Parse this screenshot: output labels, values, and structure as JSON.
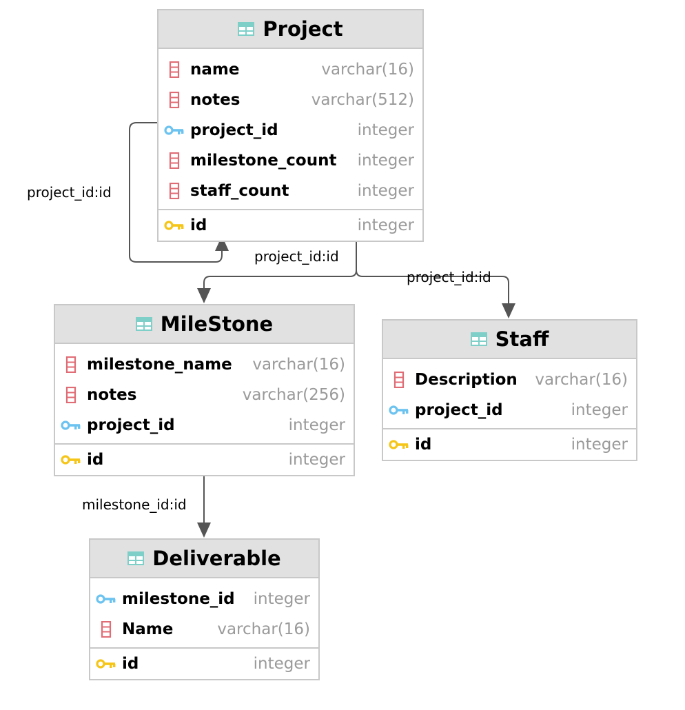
{
  "colors": {
    "header_bg": "#e1e1e1",
    "border": "#c8c8c8",
    "column_icon": "#e06c75",
    "foreign_key_icon": "#6cc3f0",
    "primary_key_icon": "#f5c518",
    "table_icon": "#7fcfc9",
    "type_text": "#9a9a9a",
    "connector": "#555555"
  },
  "tables": {
    "project": {
      "title": "Project",
      "columns": [
        {
          "name": "name",
          "type": "varchar(16)",
          "icon": "column-icon"
        },
        {
          "name": "notes",
          "type": "varchar(512)",
          "icon": "column-icon"
        },
        {
          "name": "project_id",
          "type": "integer",
          "icon": "foreign-key-icon"
        },
        {
          "name": "milestone_count",
          "type": "integer",
          "icon": "column-icon"
        },
        {
          "name": "staff_count",
          "type": "integer",
          "icon": "column-icon"
        }
      ],
      "primary_key": {
        "name": "id",
        "type": "integer",
        "icon": "primary-key-icon"
      }
    },
    "milestone": {
      "title": "MileStone",
      "columns": [
        {
          "name": "milestone_name",
          "type": "varchar(16)",
          "icon": "column-icon"
        },
        {
          "name": "notes",
          "type": "varchar(256)",
          "icon": "column-icon"
        },
        {
          "name": "project_id",
          "type": "integer",
          "icon": "foreign-key-icon"
        }
      ],
      "primary_key": {
        "name": "id",
        "type": "integer",
        "icon": "primary-key-icon"
      }
    },
    "staff": {
      "title": "Staff",
      "columns": [
        {
          "name": "Description",
          "type": "varchar(16)",
          "icon": "column-icon"
        },
        {
          "name": "project_id",
          "type": "integer",
          "icon": "foreign-key-icon"
        }
      ],
      "primary_key": {
        "name": "id",
        "type": "integer",
        "icon": "primary-key-icon"
      }
    },
    "deliverable": {
      "title": "Deliverable",
      "columns": [
        {
          "name": "milestone_id",
          "type": "integer",
          "icon": "foreign-key-icon"
        },
        {
          "name": "Name",
          "type": "varchar(16)",
          "icon": "column-icon"
        }
      ],
      "primary_key": {
        "name": "id",
        "type": "integer",
        "icon": "primary-key-icon"
      }
    }
  },
  "relations": {
    "project_self": "project_id:id",
    "project_milestone": "project_id:id",
    "project_staff": "project_id:id",
    "milestone_deliverable": "milestone_id:id"
  }
}
